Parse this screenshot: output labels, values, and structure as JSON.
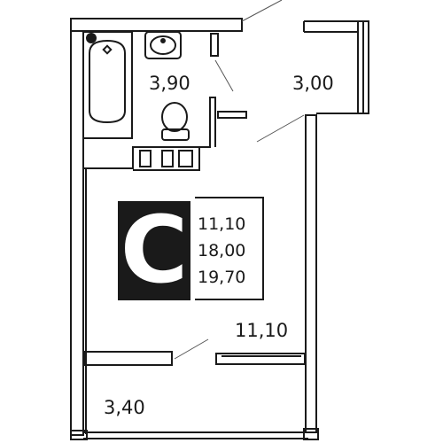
{
  "rooms": {
    "bathroom_area": "3,90",
    "balcony_area": "3,00",
    "living_area": "11,10",
    "hallway_area": "3,40"
  },
  "summary": {
    "type_letter": "C",
    "living": "11,10",
    "total": "18,00",
    "total_with_balcony": "19,70"
  },
  "colors": {
    "wall": "#1a1a1a",
    "badge": "#1a1a1a",
    "line": "#555555"
  }
}
